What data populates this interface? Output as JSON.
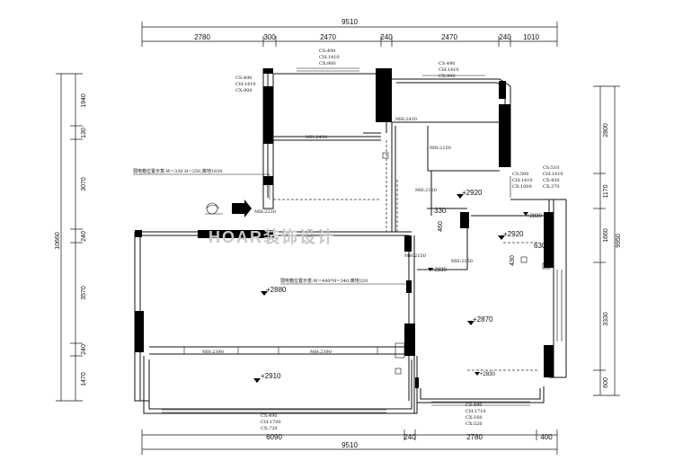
{
  "top_dims": {
    "total": "9510",
    "segments": [
      "2780",
      "300",
      "2470",
      "240",
      "2470",
      "240",
      "1010"
    ]
  },
  "bottom_dims": {
    "total": "9510",
    "segments": [
      "6090",
      "240",
      "2780",
      "400"
    ]
  },
  "left_dims": {
    "total": "10660",
    "segments": [
      "1940",
      "130",
      "3070",
      "240",
      "3570",
      "240",
      "1470"
    ]
  },
  "right_dims": {
    "total": "9950",
    "segments": [
      "2800",
      "1170",
      "1660",
      "3330",
      "600"
    ]
  },
  "window_notes": {
    "top_left": [
      "CS:490",
      "CH:1410",
      "CX:900"
    ],
    "top_center": [
      "CS:490",
      "CH:1410",
      "CX:900"
    ],
    "top_right": [
      "CS:490",
      "CH:1410",
      "CX:900"
    ],
    "right_a": [
      "CS:500",
      "CH:1410",
      "CX:1000"
    ],
    "right_b": [
      "CS:510",
      "CH:1410",
      "CX:430",
      "CX:370"
    ],
    "bottom_left": [
      "CS:490",
      "CH:1700",
      "CX:720"
    ],
    "bottom_right": [
      "CS:490",
      "CH:1710",
      "CX:160",
      "CX:520"
    ]
  },
  "beam_labels": {
    "mh2430": "MH:2430",
    "mh2150_a": "MH:2150",
    "mh2150_b": "MH:2150",
    "mh2150_c": "MH:2150",
    "mh2150_d": "MH:2150",
    "mh2230": "MH:2230",
    "mh2390_a": "MH:2390",
    "mh2390_b": "MH:2390",
    "mh2430_b": "MH:2430"
  },
  "annotations": {
    "weak_box_1": "弱电箱位置示意:W=330 H=250,离地1830",
    "weak_box_2": "弱电箱位置示意:W=440*H=340,离地320"
  },
  "elevations": {
    "e2880": "+2880",
    "e2870": "+2870",
    "e2910": "+2910",
    "e2920_a": "+2920",
    "e2920_b": "+2920",
    "e2830": "+2830",
    "e2830b": "+2830",
    "e2830c": "+2830"
  },
  "misc_dims": {
    "d330": "330",
    "d460": "460",
    "d630": "630",
    "d430": "430"
  },
  "watermark": "HOAR装饰设计"
}
